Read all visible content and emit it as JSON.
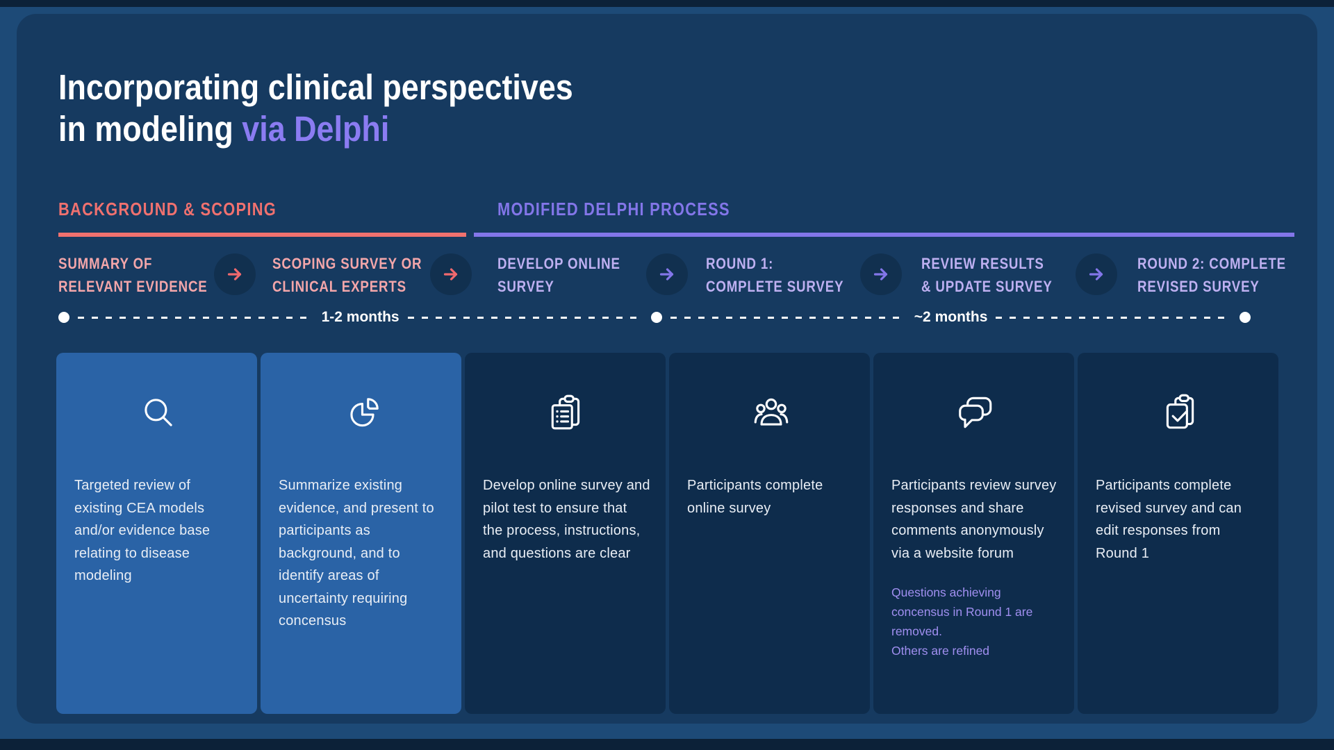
{
  "title": {
    "line1": "Incorporating clinical perspectives",
    "line2_prefix": "in modeling ",
    "line2_accent": "via Delphi"
  },
  "sections": {
    "left": {
      "label": "BACKGROUND & SCOPING",
      "color": "#f0716f"
    },
    "right": {
      "label": "MODIFIED DELPHI PROCESS",
      "color": "#8376e9"
    }
  },
  "steps": [
    {
      "label": "SUMMARY OF\nRELEVANT EVIDENCE"
    },
    {
      "label": "SCOPING SURVEY OR\nCLINICAL EXPERTS"
    },
    {
      "label": "DEVELOP ONLINE\nSURVEY"
    },
    {
      "label": "ROUND 1:\nCOMPLETE SURVEY"
    },
    {
      "label": "REVIEW RESULTS\n& UPDATE SURVEY"
    },
    {
      "label": "ROUND 2: COMPLETE\nREVISED SURVEY"
    }
  ],
  "timeline": {
    "duration1": "1-2 months",
    "duration2": "~2 months"
  },
  "cards": [
    {
      "icon": "search-icon",
      "text": "Targeted review of existing CEA models and/or evidence base relating to disease modeling"
    },
    {
      "icon": "pie-chart-icon",
      "text": "Summarize existing evidence, and present to participants as background, and to identify areas of uncertainty requiring concensus"
    },
    {
      "icon": "survey-checklist-icon",
      "text": "Develop online survey and pilot test to ensure that the process, instructions, and questions are clear"
    },
    {
      "icon": "participants-icon",
      "text": "Participants complete online survey"
    },
    {
      "icon": "chat-bubbles-icon",
      "text": "Participants review survey responses and share comments anonymously via a website forum",
      "note": "Questions achieving concensus in Round 1 are removed.\nOthers are refined"
    },
    {
      "icon": "clipboard-check-icon",
      "text": "Participants complete revised survey and can edit responses from Round 1"
    }
  ],
  "colors": {
    "background_frame": "#1d4a77",
    "panel": "#163a60",
    "card_blue": "#2a63a6",
    "card_dark": "#0e2c4c",
    "coral": "#f0716f",
    "pink_label": "#f3a6aa",
    "purple": "#8376e9",
    "lavender_label": "#beb0f1",
    "note_purple": "#a08ff0",
    "white": "#ffffff"
  }
}
